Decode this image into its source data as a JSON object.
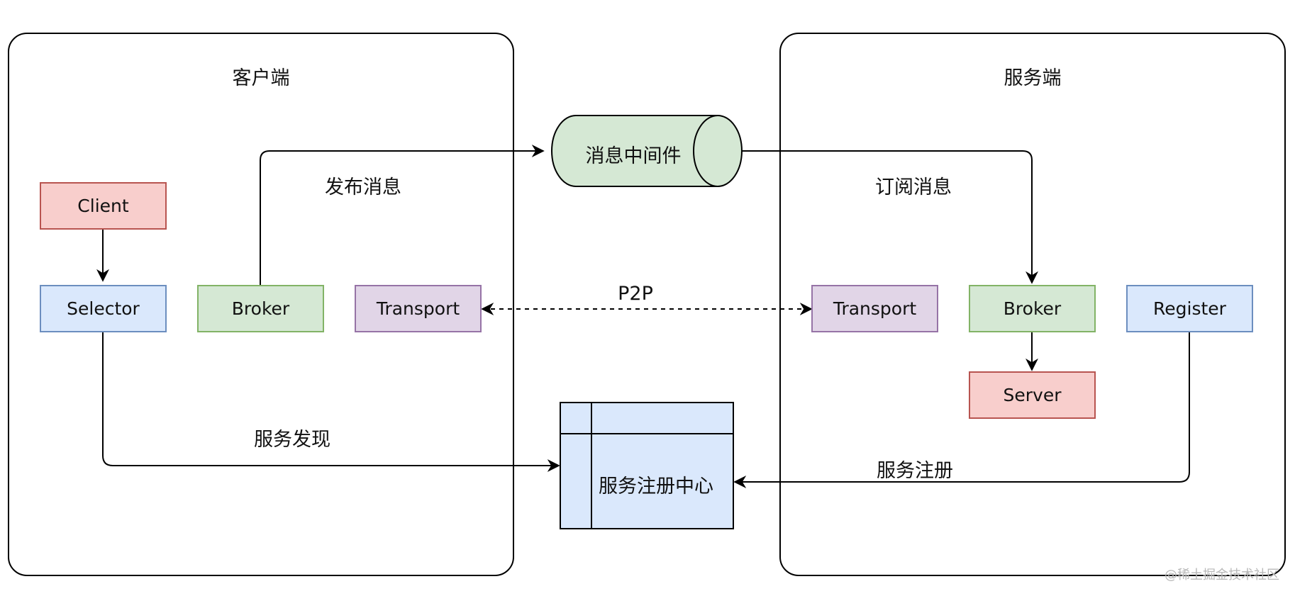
{
  "client_side": {
    "title": "客户端"
  },
  "server_side": {
    "title": "服务端"
  },
  "components": {
    "client": "Client",
    "selector": "Selector",
    "client_broker": "Broker",
    "client_transport": "Transport",
    "server_transport": "Transport",
    "server_broker": "Broker",
    "register": "Register",
    "server": "Server"
  },
  "middleware": "消息中间件",
  "registry": "服务注册中心",
  "edge_labels": {
    "publish": "发布消息",
    "subscribe": "订阅消息",
    "p2p": "P2P",
    "discovery": "服务发现",
    "registration": "服务注册"
  },
  "watermark": "@稀土掘金技术社区",
  "colors": {
    "red_fill": "#f8cecc",
    "red_stroke": "#b85450",
    "blue_fill": "#dae8fc",
    "blue_stroke": "#6c8ebf",
    "green_fill": "#d5e8d4",
    "green_stroke": "#82b366",
    "purple_fill": "#e1d5e7",
    "purple_stroke": "#9673a6"
  }
}
